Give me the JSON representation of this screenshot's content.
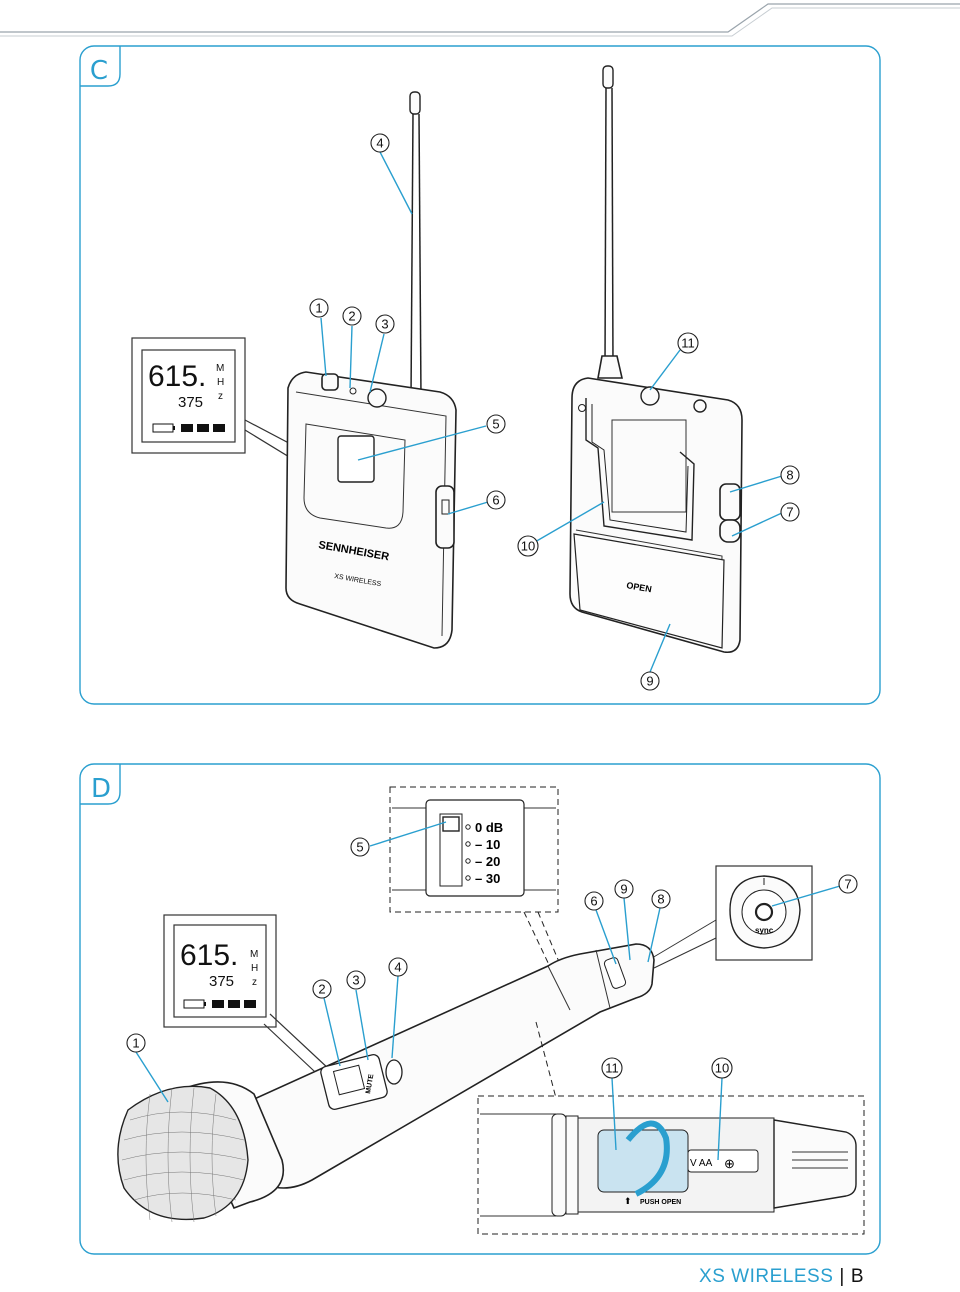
{
  "panels": {
    "c": {
      "letter": "C"
    },
    "d": {
      "letter": "D"
    }
  },
  "display": {
    "frequency_main": "615.",
    "frequency_decimal": "375",
    "unit_m": "M",
    "unit_h": "H",
    "unit_z": "z"
  },
  "bodypack": {
    "brand": "SENNHEISER",
    "model": "XS WIRELESS",
    "open_label": "OPEN"
  },
  "callouts_c": [
    "1",
    "2",
    "3",
    "4",
    "5",
    "6",
    "7",
    "8",
    "9",
    "10",
    "11"
  ],
  "callouts_d": [
    "1",
    "2",
    "3",
    "4",
    "5",
    "6",
    "7",
    "8",
    "9",
    "10",
    "11"
  ],
  "sensitivity_switch": {
    "levels": [
      "0 dB",
      "– 10",
      "– 20",
      "– 30"
    ]
  },
  "sync_button": {
    "label": "sync"
  },
  "battery": {
    "label": "V AA",
    "push_label": "PUSH OPEN"
  },
  "mic": {
    "mute_label": "MUTE"
  },
  "footer": {
    "brand": "XS WIRELESS",
    "separator": "|",
    "page": "B"
  },
  "colors": {
    "accent": "#2a9fcf",
    "frame": "#2a9fcf"
  }
}
